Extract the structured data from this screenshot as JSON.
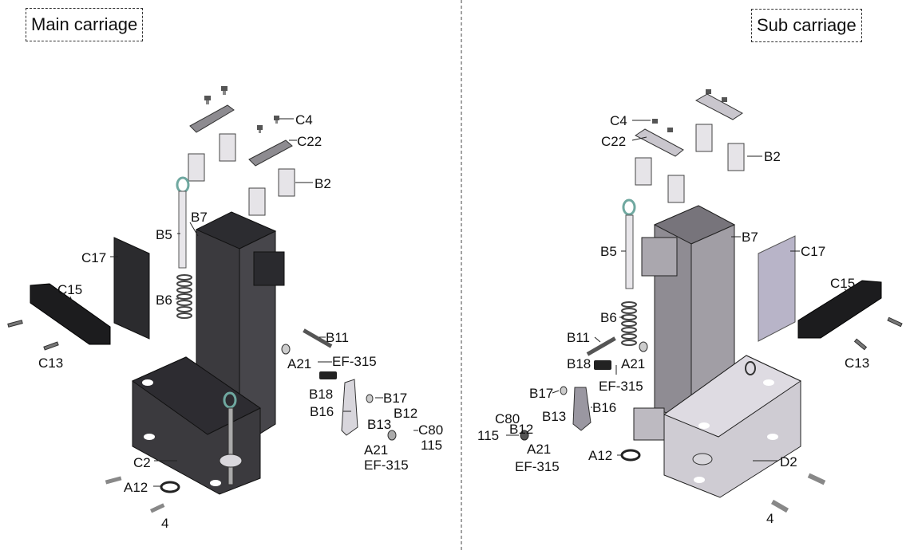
{
  "panels": {
    "left": {
      "title": "Main carriage"
    },
    "right": {
      "title": "Sub carriage"
    }
  },
  "colors": {
    "main_body": "#3b3a3e",
    "main_dark": "#1d1d20",
    "sub_body": "#8f8c93",
    "sub_light": "#c9c6cd",
    "accent_green": "#6fa8a0",
    "divider": "#444444"
  },
  "labels": {
    "left": {
      "C4": "C4",
      "C22": "C22",
      "B2": "B2",
      "B7": "B7",
      "B5": "B5",
      "C17": "C17",
      "C15": "C15",
      "B6": "B6",
      "C13": "C13",
      "B11": "B11",
      "A21a": "A21",
      "EF315a": "EF-315",
      "B18": "B18",
      "B17": "B17",
      "B16": "B16",
      "B13": "B13",
      "B12": "B12",
      "C80": "C80",
      "n115": "115",
      "A21b": "A21",
      "EF315b": "EF-315",
      "C2": "C2",
      "A12": "A12",
      "n4": "4"
    },
    "right": {
      "C4": "C4",
      "C22": "C22",
      "B2": "B2",
      "B7": "B7",
      "B5": "B5",
      "C17": "C17",
      "C15": "C15",
      "B6": "B6",
      "B11": "B11",
      "B18": "B18",
      "A21a": "A21",
      "EF315a": "EF-315",
      "C13": "C13",
      "B17": "B17",
      "B13": "B13",
      "B16": "B16",
      "C80": "C80",
      "B12": "B12",
      "n115": "115",
      "A21b": "A21",
      "EF315b": "EF-315",
      "A12": "A12",
      "D2": "D2",
      "n4": "4"
    }
  }
}
